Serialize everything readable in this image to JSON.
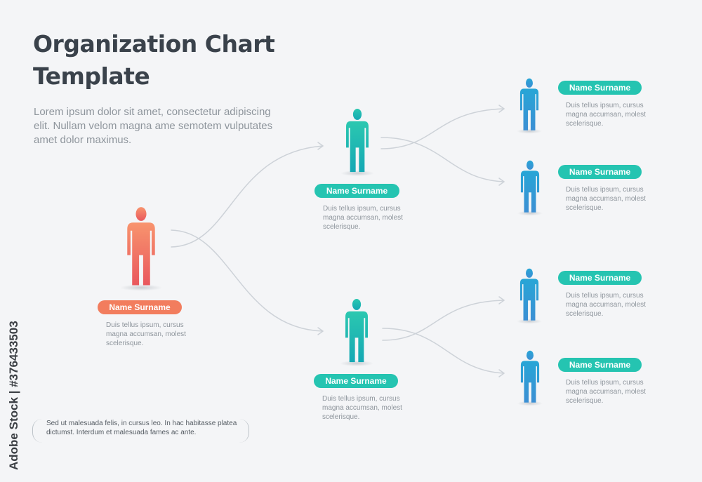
{
  "title": "Organization Chart Template",
  "intro": "Lorem ipsum dolor sit amet, consectetur adipiscing elit. Nullam velom magna ame semotem vulputates amet dolor maximus.",
  "nodes": [
    {
      "id": "root",
      "name": "Name Surname",
      "description": "Duis tellus ipsum, cursus magna accumsan, molest scelerisque.",
      "color": "coral"
    },
    {
      "id": "manager-1",
      "name": "Name Surname",
      "description": "Duis tellus ipsum, cursus magna accumsan, molest scelerisque.",
      "color": "teal"
    },
    {
      "id": "manager-2",
      "name": "Name Surname",
      "description": "Duis tellus ipsum, cursus magna accumsan, molest scelerisque.",
      "color": "teal"
    },
    {
      "id": "member-1",
      "name": "Name Surname",
      "description": "Duis tellus ipsum, cursus magna accumsan, molest scelerisque.",
      "color": "blue"
    },
    {
      "id": "member-2",
      "name": "Name Surname",
      "description": "Duis tellus ipsum, cursus magna accumsan, molest scelerisque.",
      "color": "blue"
    },
    {
      "id": "member-3",
      "name": "Name Surname",
      "description": "Duis tellus ipsum, cursus magna accumsan, molest scelerisque.",
      "color": "blue"
    },
    {
      "id": "member-4",
      "name": "Name Surname",
      "description": "Duis tellus ipsum, cursus magna accumsan, molest scelerisque.",
      "color": "blue"
    }
  ],
  "edges": [
    {
      "from": "root",
      "to": "manager-1"
    },
    {
      "from": "root",
      "to": "manager-2"
    },
    {
      "from": "manager-1",
      "to": "member-1"
    },
    {
      "from": "manager-1",
      "to": "member-2"
    },
    {
      "from": "manager-2",
      "to": "member-3"
    },
    {
      "from": "manager-2",
      "to": "member-4"
    }
  ],
  "footnote": "Sed ut malesuada felis, in cursus leo. In hac habitasse platea dictumst. Interdum et malesuada fames ac ante.",
  "watermark": "Adobe Stock | #376433503",
  "colors": {
    "coral_top": "#f8946e",
    "coral_bottom": "#e9575d",
    "teal_top": "#2bc8b0",
    "teal_bottom": "#15a8b4",
    "blue_top": "#27a6d6",
    "blue_bottom": "#3c8fd4",
    "pill_teal": "#25c4b1",
    "pill_coral": "#f27d5e",
    "connector": "#cdd2d8"
  }
}
